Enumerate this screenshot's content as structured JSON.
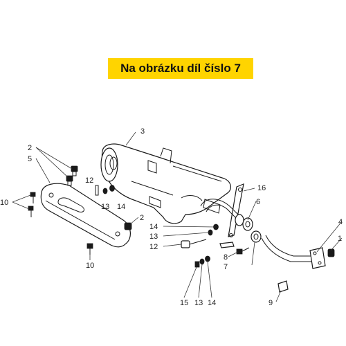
{
  "banner": {
    "text": "Na obrázku díl číslo 7",
    "background_color": "#ffd400",
    "text_color": "#111111"
  },
  "labels": {
    "p1": "1",
    "p2": "2",
    "p3": "3",
    "p4": "4",
    "p5": "5",
    "p6": "6",
    "p7": "7",
    "p8": "8",
    "p9": "9",
    "p10": "10",
    "p12": "12",
    "p13": "13",
    "p14": "14",
    "p15": "15",
    "p16": "16"
  }
}
